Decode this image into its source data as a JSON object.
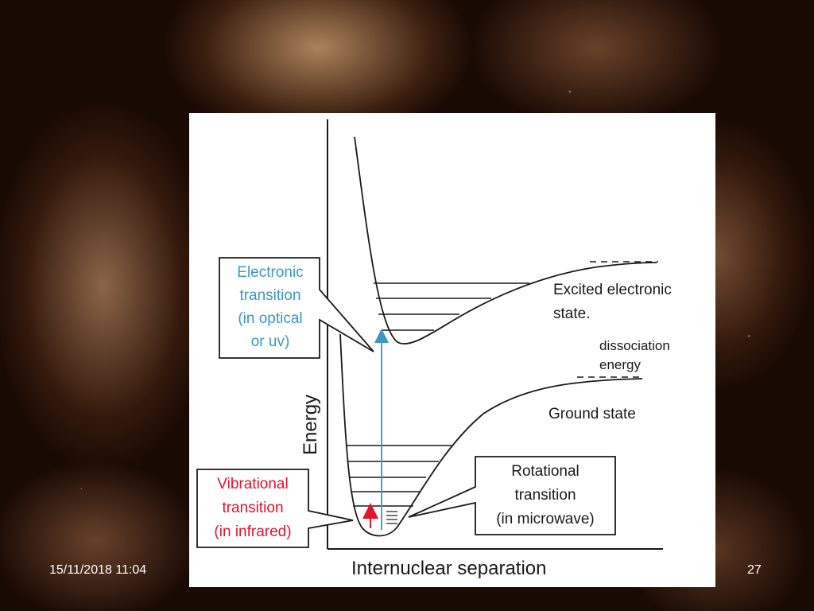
{
  "footer": {
    "date": "15/11/2018 11:04",
    "page_number": "27"
  },
  "diagram": {
    "x_axis_label": "Internuclear separation",
    "y_axis_label": "Energy",
    "excited_state_label": [
      "Excited electronic",
      "state."
    ],
    "dissociation_label": [
      "dissociation",
      "energy"
    ],
    "ground_state_label": "Ground state",
    "electronic_callout": [
      "Electronic",
      "transition",
      "(in optical",
      "or uv)"
    ],
    "vibrational_callout": [
      "Vibrational",
      "transition",
      "(in infrared)"
    ],
    "rotational_callout": [
      "Rotational",
      "transition",
      "(in microwave)"
    ]
  },
  "colors": {
    "electronic": "#3a98c4",
    "vibrational": "#e0142c",
    "line": "#1a1a1a"
  }
}
